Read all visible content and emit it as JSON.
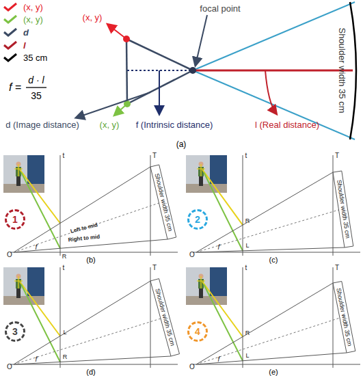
{
  "diagram": {
    "nodes": [
      {
        "text": [
          "1"
        ]
      },
      {
        "text": [
          "2"
        ]
      },
      {
        "text": [
          "3"
        ]
      },
      {
        "text": [
          "4"
        ]
      }
    ],
    "labels": [
      "(x, y)",
      "focal point",
      "Shoulder width 35 cm",
      "d (Image distance)",
      "(x, y)",
      "f (Intrinsic distance)",
      "l (Real distance)",
      "f =",
      "d · l",
      "35",
      "(a)",
      "t",
      "T",
      "Shoulder width 35 cm",
      "Left to mid",
      "Right to mid",
      "O",
      "f",
      "R",
      "(b)",
      "t",
      "T",
      "Shoulder width 35 cm",
      "R",
      "L",
      "O",
      "f",
      "(c)",
      "t",
      "T",
      "Shoulder width 35 cm",
      "L",
      "R",
      "O",
      "f",
      "(d)",
      "t",
      "T",
      "Shoulder width 35 cm",
      "R",
      "L",
      "O",
      "f",
      "(e)"
    ],
    "legend": [
      {
        "text": "(x, y)",
        "color": "#e5202a"
      },
      {
        "text": "(x, y)",
        "color": "#7dc243"
      },
      {
        "text": "d",
        "color": "#3b4a63"
      },
      {
        "text": "l",
        "color": "#b01e2a"
      },
      {
        "text": "35 cm",
        "color": "#000000"
      }
    ]
  }
}
